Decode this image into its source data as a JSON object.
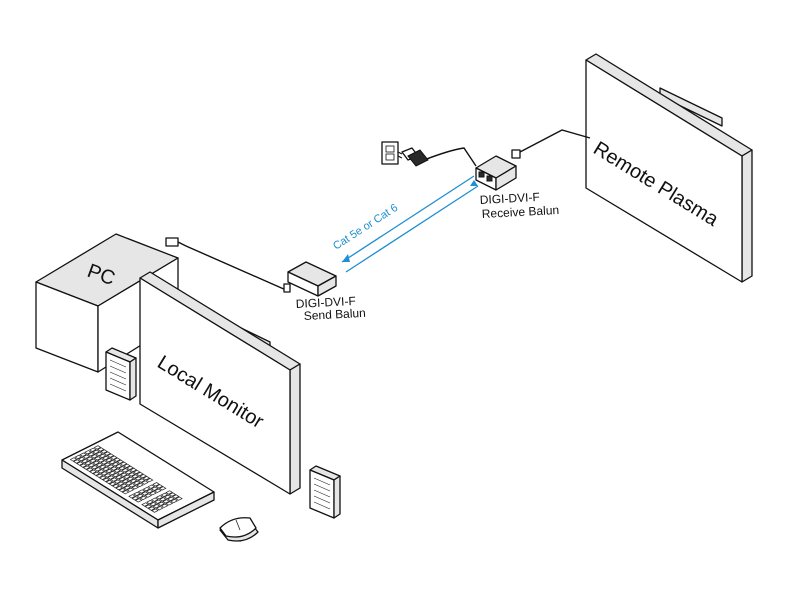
{
  "labels": {
    "pc": "PC",
    "local_monitor": "Local Monitor",
    "remote_plasma": "Remote Plasma",
    "send_balun_line1": "DIGI-DVI-F",
    "send_balun_line2": "Send Balun",
    "receive_balun_line1": "DIGI-DVI-F",
    "receive_balun_line2": "Receive Balun",
    "cable": "Cat 5e or Cat 6"
  },
  "colors": {
    "cable_link": "#1e8fd0",
    "outline": "#111111"
  },
  "icons": {
    "outlet": "wall-outlet-icon",
    "power_adapter": "power-adapter-icon",
    "speaker": "speaker-icon",
    "mouse": "mouse-icon",
    "keyboard": "keyboard-icon"
  }
}
